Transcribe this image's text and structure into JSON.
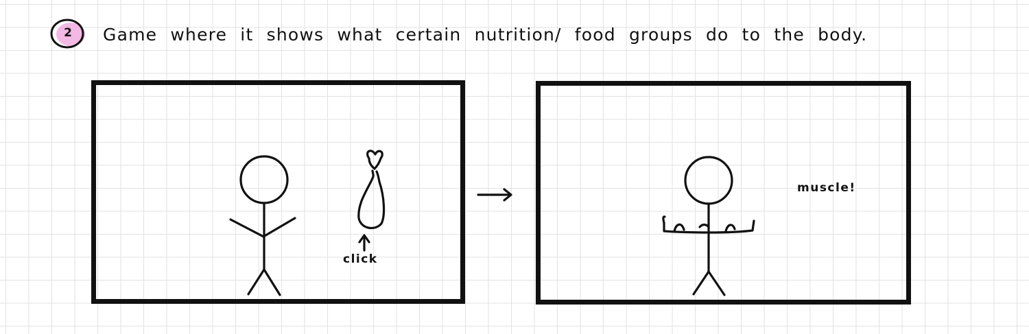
{
  "step": {
    "number": "2",
    "highlight_color": "#f4b8e4"
  },
  "title": "Game where it shows what certain nutrition/ food groups do to the body.",
  "panels": [
    {
      "label": "click",
      "prop_icon": "drumstick-icon"
    },
    {
      "label": "muscle!"
    }
  ],
  "transition_icon": "arrow-right-icon",
  "colors": {
    "ink": "#111111",
    "grid": "#e2e2e2",
    "paper": "#ffffff"
  }
}
